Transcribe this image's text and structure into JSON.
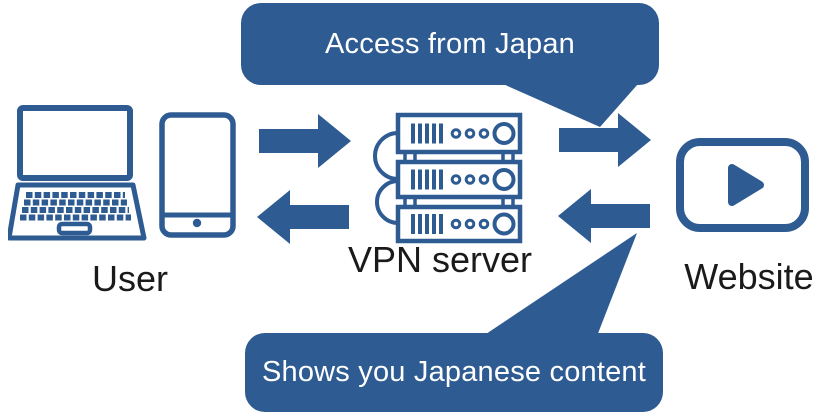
{
  "diagram": {
    "type": "flow-diagram",
    "topic": "VPN access flow",
    "nodes": [
      {
        "id": "user",
        "label": "User",
        "icons": [
          "laptop-icon",
          "smartphone-icon"
        ]
      },
      {
        "id": "vpn-server",
        "label": "VPN server",
        "icons": [
          "server-stack-icon"
        ]
      },
      {
        "id": "website",
        "label": "Website",
        "icons": [
          "video-player-icon"
        ]
      }
    ],
    "callouts": [
      {
        "id": "top",
        "text": "Access from Japan",
        "points_to": "arrow from VPN server to Website"
      },
      {
        "id": "bottom",
        "text": "Shows you Japanese content",
        "points_to": "arrow from Website to VPN server"
      }
    ],
    "arrows": [
      {
        "from": "user",
        "to": "vpn-server",
        "direction": "right"
      },
      {
        "from": "vpn-server",
        "to": "user",
        "direction": "left"
      },
      {
        "from": "vpn-server",
        "to": "website",
        "direction": "right"
      },
      {
        "from": "website",
        "to": "vpn-server",
        "direction": "left"
      }
    ],
    "colors": {
      "primary_blue": "#2E5B92",
      "background": "#FFFFFF",
      "label_text": "#1A1A1A",
      "callout_text": "#FFFFFF"
    }
  }
}
